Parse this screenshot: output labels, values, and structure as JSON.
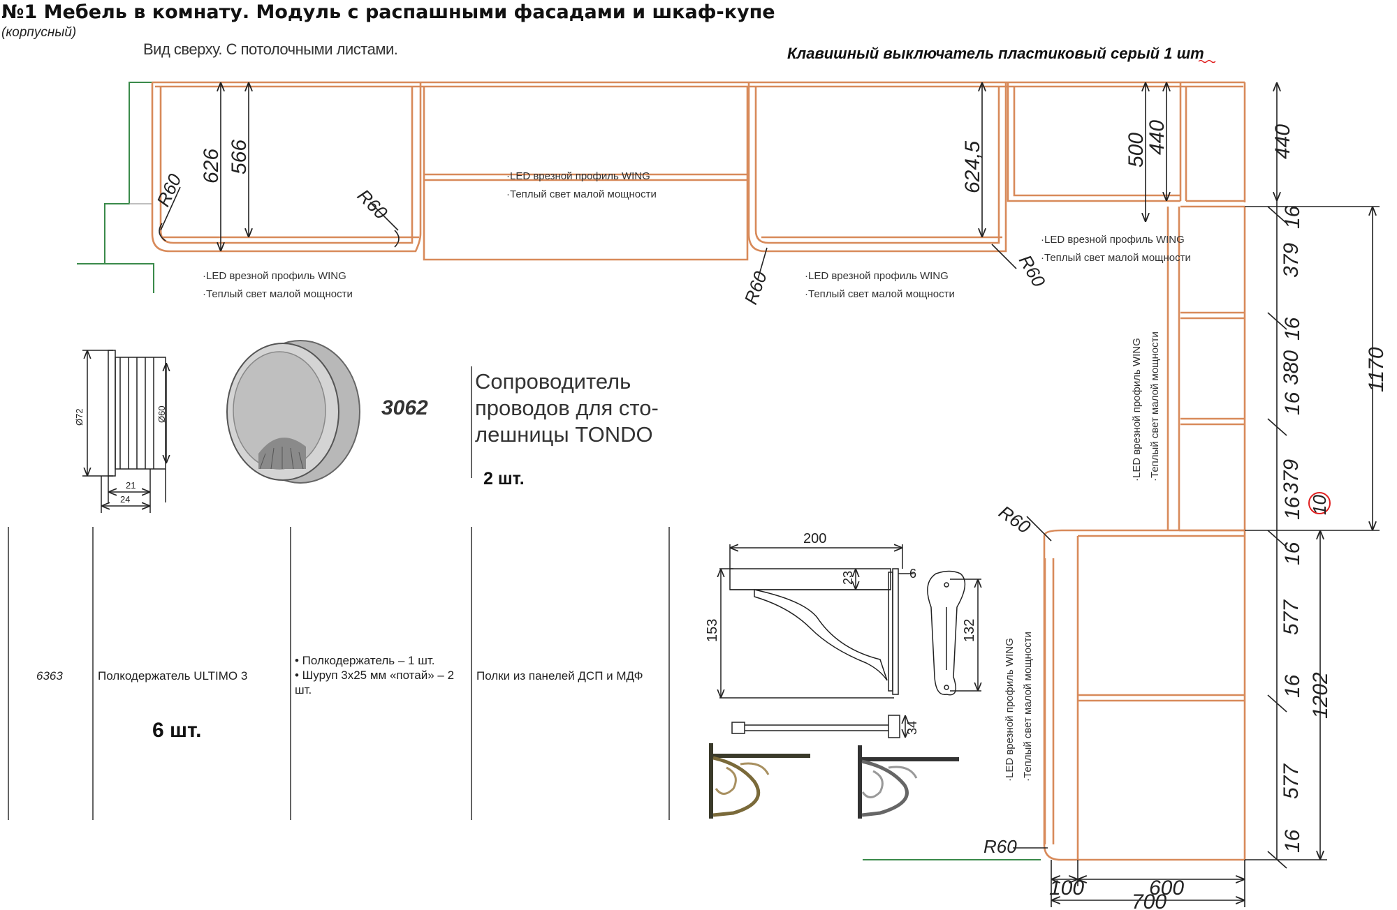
{
  "header": {
    "title": "№1 Мебель в комнату. Модуль с распашными фасадами и шкаф-купе",
    "subtitle": "(корпусный)"
  },
  "drawing": {
    "view_label": "Вид сверху. С потолочными листами.",
    "switch_note": "Клавишный выключатель пластиковый серый 1 шт",
    "led_profile": "·LED врезной профиль WING",
    "led_light": "·Теплый свет малой мощности",
    "radius_label": "R60",
    "dimensions": {
      "d626": "626",
      "d566": "566",
      "d624_5": "624,5",
      "d500": "500",
      "d440a": "440",
      "d440b": "440",
      "d16": "16",
      "d379": "379",
      "d380": "380",
      "d1170": "1170",
      "d10": "10",
      "d577": "577",
      "d1202": "1202",
      "d100": "100",
      "d600": "600",
      "d700": "700"
    }
  },
  "tondo": {
    "code": "3062",
    "name_lines": [
      "Сопроводитель",
      "проводов для сто-",
      "лешницы TONDO"
    ],
    "qty": "2 шт.",
    "dims": {
      "outer": "Ø72",
      "inner": "Ø60",
      "w21": "21",
      "w24": "24"
    }
  },
  "ultimo": {
    "code": "6363",
    "name": "Полкодержатель ULTIMO 3",
    "qty": "6 шт.",
    "kit_line1": "• Полкодержатель – 1 шт.",
    "kit_line2": "• Шуруп 3х25 мм «потай» – 2 шт.",
    "usage": "Полки из панелей ДСП и МДФ",
    "dims": {
      "d200": "200",
      "d23": "23",
      "d6": "6",
      "d153": "153",
      "d132": "132",
      "d34": "34"
    }
  },
  "colors": {
    "panel": "#d88a5a",
    "dim": "#222222",
    "wall": "#3a8a4a",
    "mark": "#e02020"
  }
}
